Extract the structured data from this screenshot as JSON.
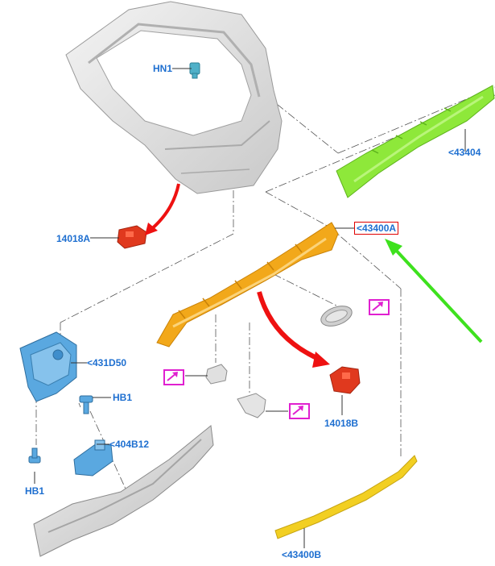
{
  "diagram": {
    "callouts": {
      "hn1": "HN1",
      "p43404": "<43404",
      "p14018a": "14018A",
      "p43400a": "<43400A",
      "p431d50": "<431D50",
      "hb1_upper": "HB1",
      "p404b12": "<404B12",
      "hb1_lower": "HB1",
      "p14018b": "14018B",
      "p43400b": "<43400B"
    },
    "colors": {
      "callout_text": "#1e6fd0",
      "highlight_box": "#e00000",
      "link_box": "#e020d0",
      "arrow_red": "#ee1111",
      "arrow_green": "#3ee11e",
      "part_green": "#8ee83a",
      "part_orange": "#f2a81a",
      "part_yellow": "#f2cf22",
      "part_blue": "#5aa8e0",
      "part_red": "#e0391e"
    },
    "link_icons": [
      "external-link-icon",
      "external-link-icon",
      "external-link-icon"
    ]
  }
}
